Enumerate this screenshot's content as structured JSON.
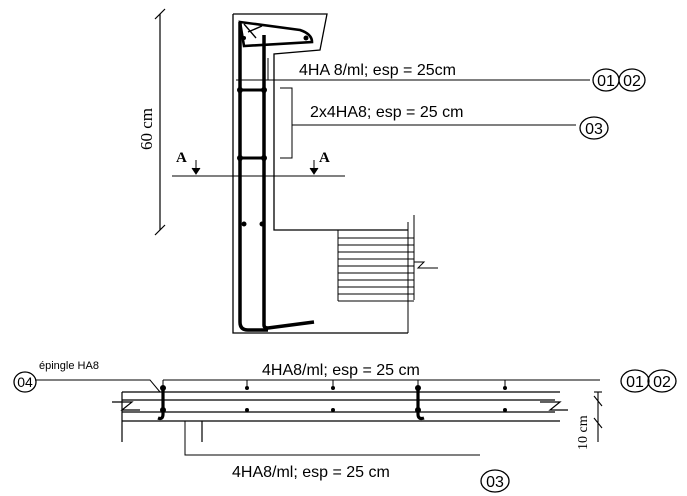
{
  "elevation": {
    "height_label": "60 cm",
    "section_mark_left": "A",
    "section_mark_right": "A",
    "callout_main_bars": "4HA 8/ml; esp = 25cm",
    "callout_distribution_bars": "2x4HA8; esp = 25 cm",
    "tags_main": [
      "01",
      "02"
    ],
    "tag_distribution": "03"
  },
  "section": {
    "tie_label": "épingle HA8",
    "tag_tie": "04",
    "callout_top_bars": "4HA8/ml; esp = 25 cm",
    "callout_bottom_bars": "4HA8/ml; esp = 25 cm",
    "tags_top": [
      "01",
      "02"
    ],
    "tag_bottom": "03",
    "thickness_label": "10 cm"
  }
}
